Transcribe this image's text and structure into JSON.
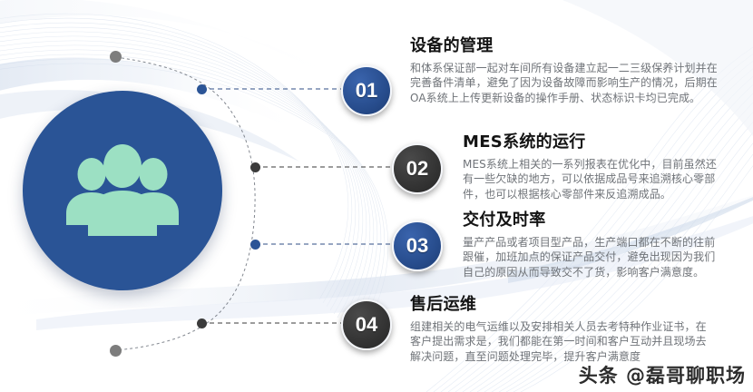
{
  "slide": {
    "hero": {
      "icon": "users-group-icon",
      "circle_color": "#2a5496",
      "icon_color": "#9fe0c4"
    },
    "watermark": "头条 @磊哥聊职场",
    "items": [
      {
        "number": "01",
        "badge_style": "blue",
        "title": "设备的管理",
        "body": "和体系保证部一起对车间所有设备建立起一二三级保养计划并在完善备件清单，避免了因为设备故障而影响生产的情况，后期在OA系统上上传更新设备的操作手册、状态标识卡均已完成。"
      },
      {
        "number": "02",
        "badge_style": "dark",
        "title": "MES系统的运行",
        "body": "MES系统上相关的一系列报表在优化中，目前虽然还有一些欠缺的地方，可以依据成品号来追溯核心零部件，也可以根据核心零部件来反追溯成品。"
      },
      {
        "number": "03",
        "badge_style": "blue",
        "title": "交付及时率",
        "body": "量产产品或者项目型产品，生产端口都在不断的往前跟催，加班加点的保证产品交付，避免出现因为我们自己的原因从而导致交不了货，影响客户满意度。"
      },
      {
        "number": "04",
        "badge_style": "dark",
        "title": "售后运维",
        "body": "组建相关的电气运维以及安排相关人员去考特种作业证书，在客户提出需求是，我们都能在第一时间和客户互动并且现场去解决问题，直至问题处理完毕，提升客户满意度"
      }
    ],
    "colors": {
      "accent_blue": "#2a5496",
      "accent_dark": "#333333",
      "title_text": "#141414",
      "body_text": "#6f7378",
      "background": "#ffffff"
    }
  }
}
